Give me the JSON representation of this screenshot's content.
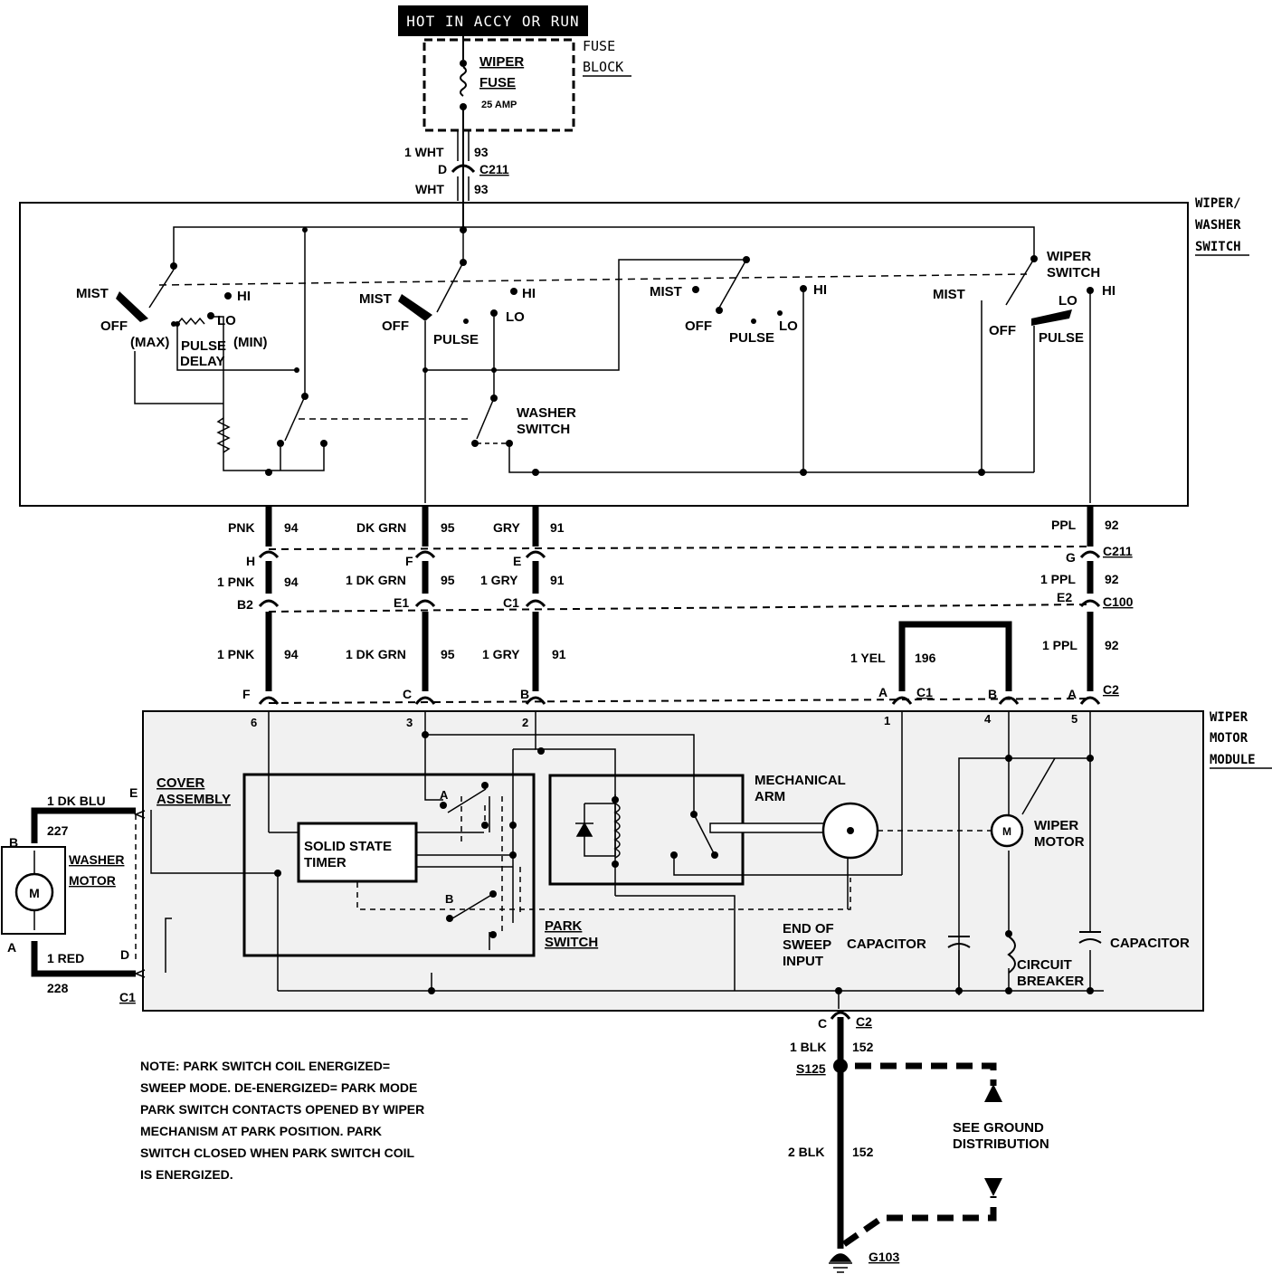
{
  "header": {
    "hot_label": "HOT IN ACCY OR RUN"
  },
  "fuse_block": {
    "title_line1": "FUSE",
    "title_line2": "BLOCK",
    "fuse_line1": "WIPER",
    "fuse_line2": "FUSE",
    "rating": "25 AMP"
  },
  "feed_wire": {
    "upper_label": "1 WHT",
    "upper_circuit": "93",
    "conn_pin": "D",
    "conn_name": "C211",
    "lower_label": "WHT",
    "lower_circuit": "93"
  },
  "switch_box": {
    "title_line1": "WIPER/",
    "title_line2": "WASHER",
    "title_line3": "SWITCH",
    "deck1": {
      "mist": "MIST",
      "hi": "HI",
      "off": "OFF",
      "lo": "LO",
      "max": "(MAX)",
      "min": "(MIN)",
      "pulse": "PULSE",
      "delay": "DELAY"
    },
    "deck2": {
      "mist": "MIST",
      "hi": "HI",
      "off": "OFF",
      "lo": "LO",
      "pulse": "PULSE"
    },
    "deck3": {
      "mist": "MIST",
      "hi": "HI",
      "off": "OFF",
      "lo": "LO",
      "pulse": "PULSE"
    },
    "deck4": {
      "wiper1": "WIPER",
      "wiper2": "SWITCH",
      "mist": "MIST",
      "hi": "HI",
      "off": "OFF",
      "lo": "LO",
      "pulse": "PULSE"
    },
    "washer1": "WASHER",
    "washer2": "SWITCH"
  },
  "harness": {
    "row1": [
      "PNK",
      "94",
      "DK GRN",
      "95",
      "GRY",
      "91",
      "PPL",
      "92"
    ],
    "c211_pins": [
      "H",
      "F",
      "E",
      "G"
    ],
    "c211_name": "C211",
    "row2": [
      "1 PNK",
      "94",
      "1 DK GRN",
      "95",
      "1 GRY",
      "91",
      "1 PPL",
      "92"
    ],
    "c100_pins": [
      "B2",
      "E1",
      "C1",
      "E2"
    ],
    "c100_name": "C100",
    "row3": [
      "1 PNK",
      "94",
      "1 DK GRN",
      "95",
      "1 GRY",
      "91",
      "1 YEL",
      "196",
      "1 PPL",
      "92"
    ],
    "module_pins": [
      "F",
      "C",
      "B",
      "A",
      "C1",
      "B",
      "A",
      "C2"
    ],
    "terminal_numbers": [
      "6",
      "3",
      "2",
      "1",
      "4",
      "5"
    ]
  },
  "module": {
    "title_line1": "WIPER",
    "title_line2": "MOTOR",
    "title_line3": "MODULE",
    "cover1": "COVER",
    "cover2": "ASSEMBLY",
    "timer1": "SOLID STATE",
    "timer2": "TIMER",
    "mech1": "MECHANICAL",
    "mech2": "ARM",
    "wm1": "WIPER",
    "wm2": "MOTOR",
    "park1": "PARK",
    "park2": "SWITCH",
    "eos1": "END OF",
    "eos2": "SWEEP",
    "eos3": "INPUT",
    "cap_left": "CAPACITOR",
    "cap_right": "CAPACITOR",
    "cb1": "CIRCUIT",
    "cb2": "BREAKER",
    "relay_a": "A",
    "relay_b": "B",
    "motor_symbol": "M"
  },
  "washer_motor": {
    "wire_top": "1 DK BLU",
    "circuit_top": "227",
    "pin_top": "E",
    "wire_bottom": "1 RED",
    "circuit_bottom": "228",
    "pin_bottom": "D",
    "motor_pin_b": "B",
    "motor_pin_a": "A",
    "connector": "C1",
    "label1": "WASHER",
    "label2": "MOTOR",
    "symbol": "M"
  },
  "ground": {
    "pin": "C",
    "conn": "C2",
    "w1": "1 BLK",
    "c1": "152",
    "splice": "S125",
    "w2": "2 BLK",
    "c2": "152",
    "gnd": "G103",
    "see1": "SEE GROUND",
    "see2": "DISTRIBUTION"
  },
  "note": {
    "lines": [
      "NOTE: PARK SWITCH COIL ENERGIZED=",
      "SWEEP MODE. DE-ENERGIZED= PARK MODE",
      "PARK SWITCH CONTACTS OPENED BY WIPER",
      "MECHANISM AT PARK POSITION. PARK",
      "SWITCH CLOSED WHEN PARK SWITCH COIL",
      "IS ENERGIZED."
    ]
  }
}
